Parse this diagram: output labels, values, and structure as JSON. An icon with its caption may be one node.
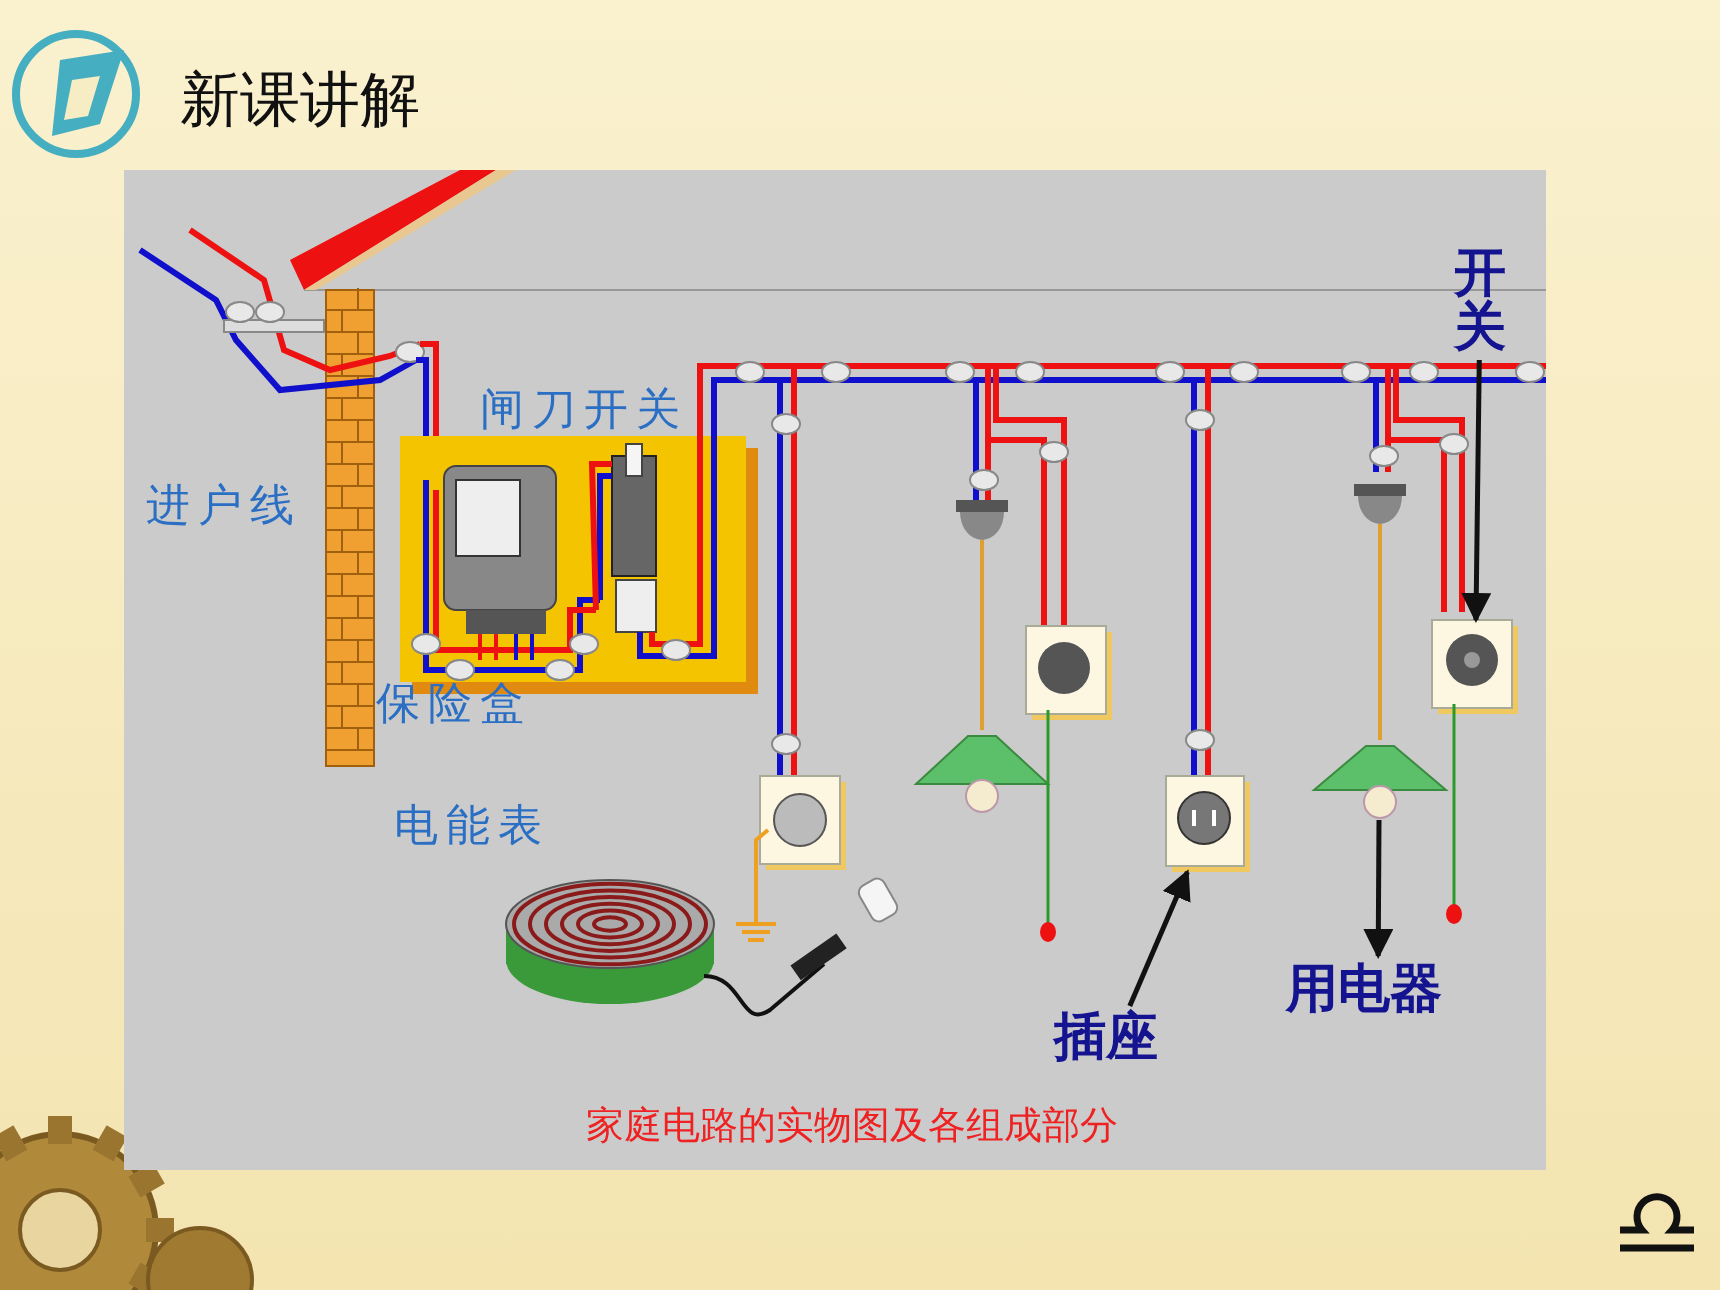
{
  "diagram": {
    "title": "新课讲解",
    "caption": "家庭电路的实物图及各组成部分",
    "nodes": [
      {
        "text": [
          "开关"
        ]
      },
      {
        "text": [],
        "shape": "picture"
      },
      {
        "text": [
          "插座"
        ]
      },
      {
        "text": [],
        "shape": "picture"
      },
      {
        "text": [
          "用电器"
        ]
      },
      {
        "text": [],
        "shape": "picture"
      }
    ],
    "edges": [
      {
        "from": 0,
        "to": 1,
        "arrow": "to"
      },
      {
        "from": 2,
        "to": 3,
        "arrow": "to"
      },
      {
        "from": 5,
        "to": 4,
        "arrow": "to"
      }
    ],
    "labels": [
      "进户线",
      "闸刀开关",
      "保险盒",
      "电能表"
    ]
  }
}
